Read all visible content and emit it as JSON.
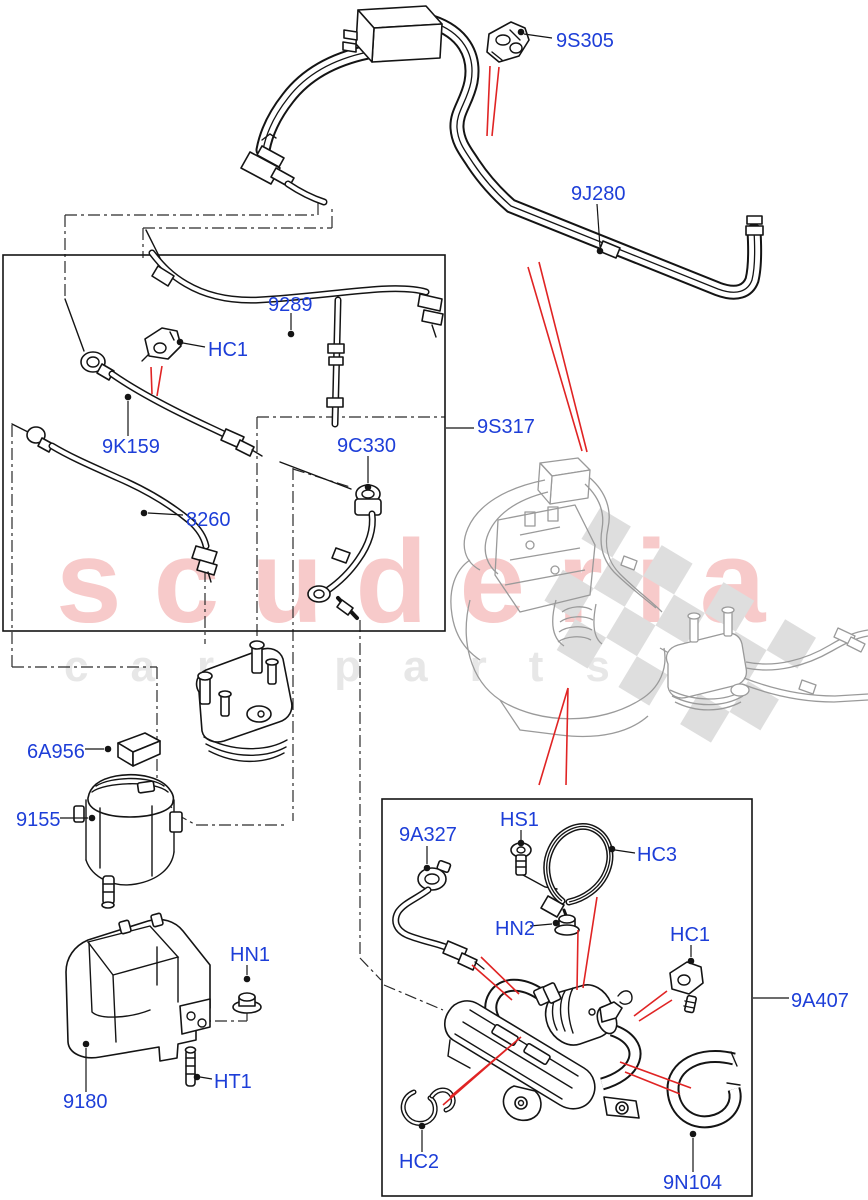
{
  "watermark": {
    "brand": "scuderia",
    "tagline": "car parts"
  },
  "colors": {
    "label_blue": "#1d3ed8",
    "pointer_red": "#e02424",
    "line_black": "#141414",
    "engine_gray": "#9a9a9a",
    "watermark_pink": "#f7caca",
    "watermark_gray": "#e7e7e7",
    "checker_gray": "#dedede"
  },
  "labels": {
    "p9S305": "9S305",
    "p9J280": "9J280",
    "p9289": "9289",
    "pHC1top": "HC1",
    "p9K159": "9K159",
    "p8260": "8260",
    "p9C330": "9C330",
    "p9S317": "9S317",
    "p6A956": "6A956",
    "p9155": "9155",
    "pHN1": "HN1",
    "pHT1": "HT1",
    "p9180": "9180",
    "p9A327": "9A327",
    "pHS1": "HS1",
    "pHC3": "HC3",
    "pHN2": "HN2",
    "pHC1bottom": "HC1",
    "pHC2": "HC2",
    "p9N104": "9N104",
    "p9A407": "9A407"
  }
}
